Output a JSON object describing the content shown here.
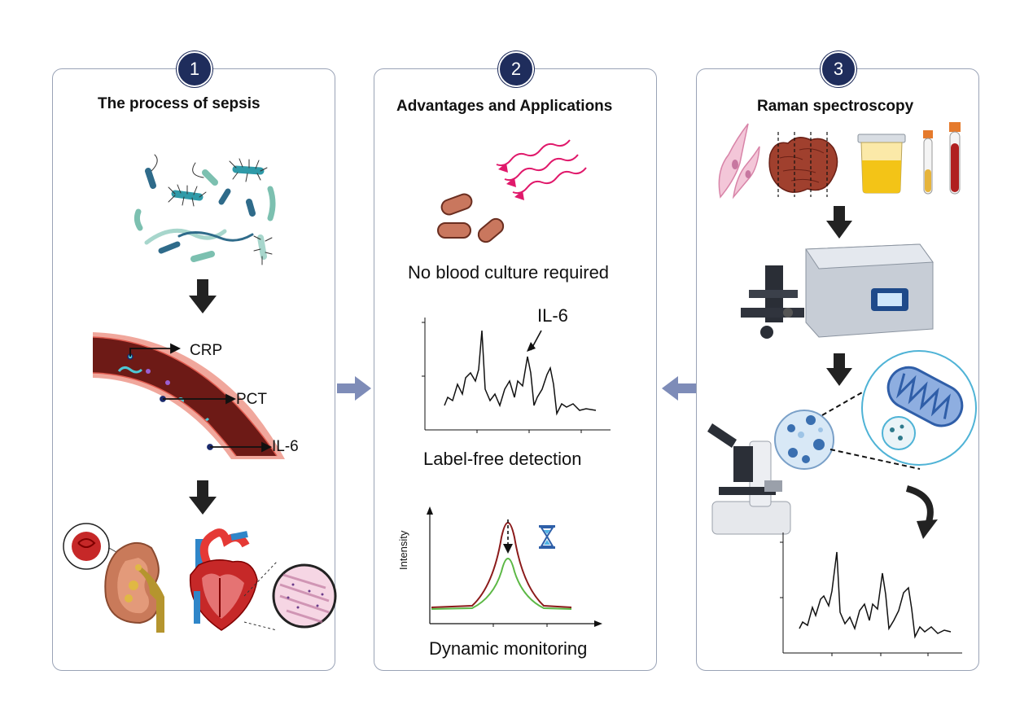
{
  "panels": [
    {
      "number": "1",
      "title": "The process of sepsis",
      "markers": [
        "CRP",
        "PCT",
        "IL-6"
      ]
    },
    {
      "number": "2",
      "title": "Advantages and Applications",
      "captions": [
        "No blood culture required",
        "Label-free detection",
        "Dynamic monitoring"
      ],
      "spectrum_label": "IL-6",
      "intensity_axis_label": "Intensity"
    },
    {
      "number": "3",
      "title": "Raman spectroscopy"
    }
  ],
  "colors": {
    "panel_border": "#9aa3b6",
    "badge": "#1f2d5c",
    "connector_arrow": "#7e8cb8",
    "vessel_wall": "#e07a6e",
    "blood": "#6d1a16",
    "peak_high": "#8b1a1a",
    "peak_low": "#5cb845",
    "raman_laser": "#e0196b"
  },
  "icons": [
    "bacteria-icon",
    "blood-vessel-icon",
    "kidney-icon",
    "heart-icon",
    "tissue-zoom-icon",
    "laser-wave-icon",
    "hourglass-icon",
    "cell-icon",
    "tissue-sample-icon",
    "urine-cup-icon",
    "blood-tube-icon",
    "raman-spectrometer-icon",
    "microscope-icon",
    "mitochondria-icon",
    "curved-arrow-icon"
  ]
}
